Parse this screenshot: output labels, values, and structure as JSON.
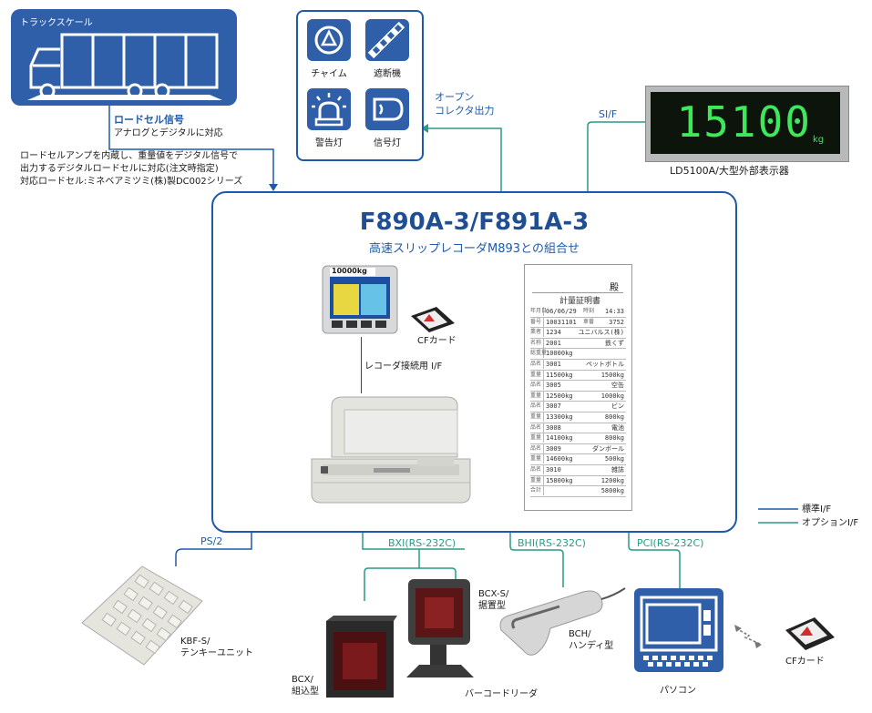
{
  "truck": {
    "title": "トラックスケール"
  },
  "loadcell": {
    "signal_title": "ロードセル信号",
    "signal_sub": "アナログとデジタルに対応",
    "note_line1": "ロードセルアンプを内蔵し、重量値をデジタル信号で",
    "note_line2": "出力するデジタルロードセルに対応(注文時指定)",
    "note_line3": "対応ロードセル:ミネベアミツミ(株)製DC002シリーズ"
  },
  "alarm": {
    "chime": "チャイム",
    "barrier": "遮断機",
    "warning_light": "警告灯",
    "signal_light": "信号灯",
    "output_line1": "オープン",
    "output_line2": "コレクタ出力"
  },
  "display": {
    "interface": "SI/F",
    "digits": "15100",
    "unit": "kg",
    "caption": "LD5100A/大型外部表示器"
  },
  "main": {
    "title": "F890A-3/F891A-3",
    "subtitle": "高速スリップレコーダM893との組合せ",
    "cf_card": "CFカード",
    "recorder_if": "レコーダ接続用 I/F",
    "terminal_screen": "10000kg"
  },
  "receipt": {
    "header": "殿",
    "title": "計量証明書",
    "rows": [
      {
        "l": "年月日",
        "v": "06/06/29",
        "m": "時刻",
        "w": "14:33"
      },
      {
        "l": "番号",
        "v": "10031101",
        "m": "車番",
        "w": "3752"
      },
      {
        "l": "業者",
        "v": "1234",
        "m": "",
        "w": "ユニバルス(株)"
      },
      {
        "l": "名称",
        "v": "2001",
        "m": "",
        "w": "鉄くず"
      },
      {
        "l": "総重量",
        "v": "10000kg",
        "m": "",
        "w": ""
      },
      {
        "l": "品名",
        "v": "3001",
        "m": "",
        "w": "ペットボトル"
      },
      {
        "l": "重量",
        "v": "11500kg",
        "m": "",
        "w": "1500kg"
      },
      {
        "l": "品名",
        "v": "3005",
        "m": "",
        "w": "空缶"
      },
      {
        "l": "重量",
        "v": "12500kg",
        "m": "",
        "w": "1000kg"
      },
      {
        "l": "品名",
        "v": "3007",
        "m": "",
        "w": "ビン"
      },
      {
        "l": "重量",
        "v": "13300kg",
        "m": "",
        "w": "800kg"
      },
      {
        "l": "品名",
        "v": "3008",
        "m": "",
        "w": "電池"
      },
      {
        "l": "重量",
        "v": "14100kg",
        "m": "",
        "w": "800kg"
      },
      {
        "l": "品名",
        "v": "3009",
        "m": "",
        "w": "ダンボール"
      },
      {
        "l": "重量",
        "v": "14600kg",
        "m": "",
        "w": "500kg"
      },
      {
        "l": "品名",
        "v": "3010",
        "m": "",
        "w": "雑誌"
      },
      {
        "l": "重量",
        "v": "15800kg",
        "m": "",
        "w": "1200kg"
      },
      {
        "l": "合計",
        "v": "",
        "m": "",
        "w": "5800kg"
      }
    ]
  },
  "interfaces": {
    "ps2": "PS/2",
    "bxi": "BXI(RS-232C)",
    "bhi": "BHI(RS-232C)",
    "pci": "PCI(RS-232C)"
  },
  "legend": {
    "standard": "標準I/F",
    "option": "オプションI/F",
    "standard_color": "#1f5aa8",
    "option_color": "#2a9a85"
  },
  "peripherals": {
    "keypad_line1": "KBF-S/",
    "keypad_line2": "テンキーユニット",
    "bcx_line1": "BCX/",
    "bcx_line2": "組込型",
    "bcxs_line1": "BCX-S/",
    "bcxs_line2": "据置型",
    "bch_line1": "BCH/",
    "bch_line2": "ハンディ型",
    "barcode_reader": "バーコードリーダ",
    "pc": "パソコン",
    "pc_cf_card": "CFカード"
  }
}
